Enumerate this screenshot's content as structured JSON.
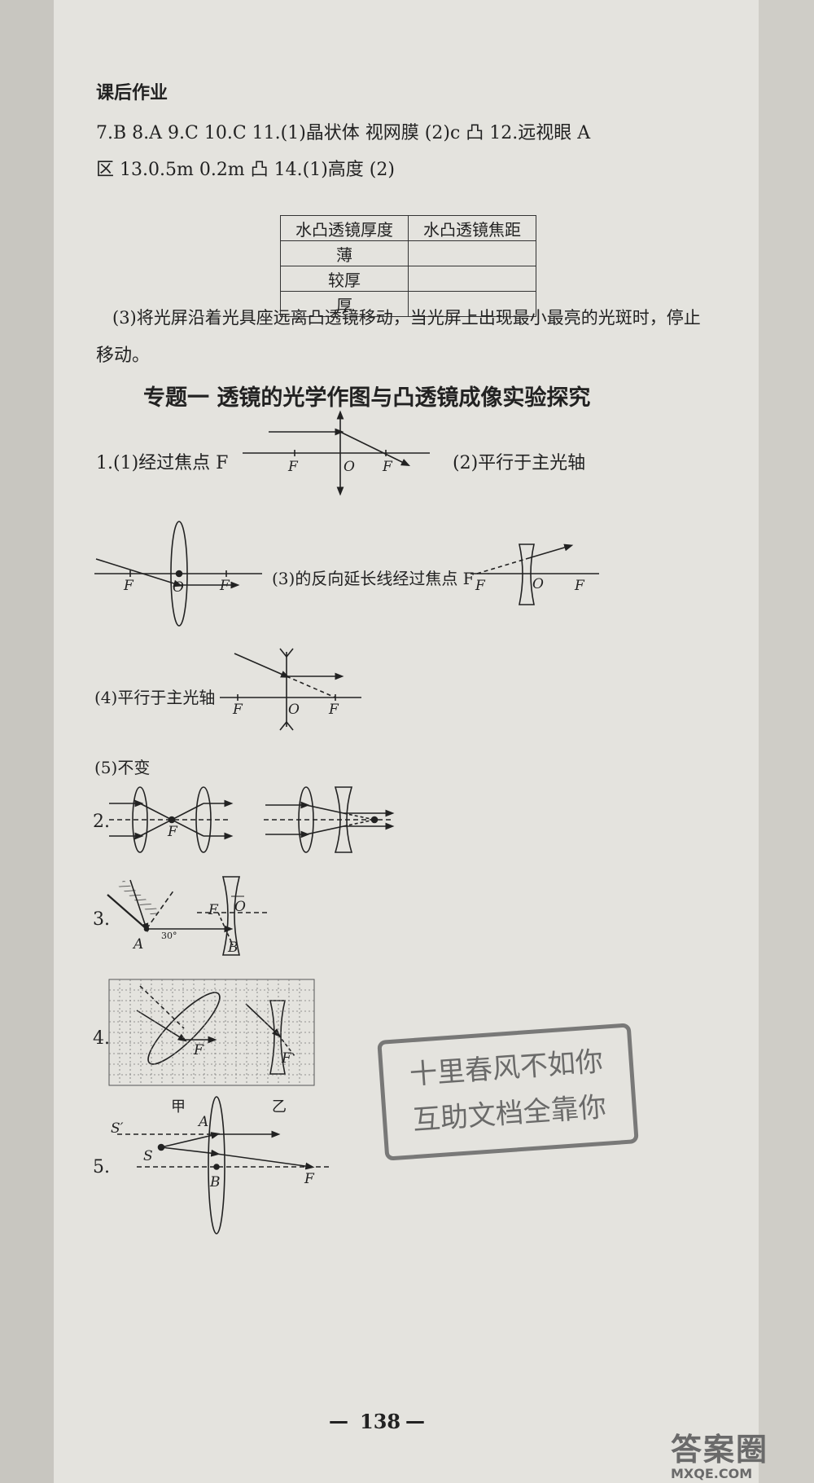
{
  "homework": {
    "title": "课后作业",
    "line1": "7.B  8.A  9.C  10.C  11.(1)晶状体  视网膜  (2)c  凸  12.远视眼  A",
    "line2": "区  13.0.5m  0.2m  凸  14.(1)高度  (2)",
    "table": {
      "headers": [
        "水凸透镜厚度",
        "水凸透镜焦距"
      ],
      "rows": [
        [
          "薄",
          ""
        ],
        [
          "较厚",
          ""
        ],
        [
          "厚",
          ""
        ]
      ]
    },
    "line3": "(3)将光屏沿着光具座远离凸透镜移动，当光屏上出现最小最亮的光斑时，停止",
    "line4": "移动。"
  },
  "topic": {
    "title": "专题一   透镜的光学作图与凸透镜成像实验探究"
  },
  "q1": {
    "part1": "1.(1)经过焦点 F",
    "part2": "(2)平行于主光轴",
    "part3": "(3)的反向延长线经过焦点 F",
    "part4": "(4)平行于主光轴",
    "part5": "(5)不变"
  },
  "q_numbers": {
    "q2": "2.",
    "q3": "3.",
    "q4": "4.",
    "q5": "5."
  },
  "labels": {
    "F": "F",
    "O": "O",
    "A": "A",
    "B": "B",
    "S": "S",
    "S_prime": "S′",
    "angle30": "30°",
    "jia": "甲",
    "yi": "乙"
  },
  "stamp": {
    "line1": "十里春风不如你",
    "line2": "互助文档全靠你"
  },
  "page_number": "138",
  "watermark": {
    "big": "答案圈",
    "small": "MXQE.COM"
  }
}
